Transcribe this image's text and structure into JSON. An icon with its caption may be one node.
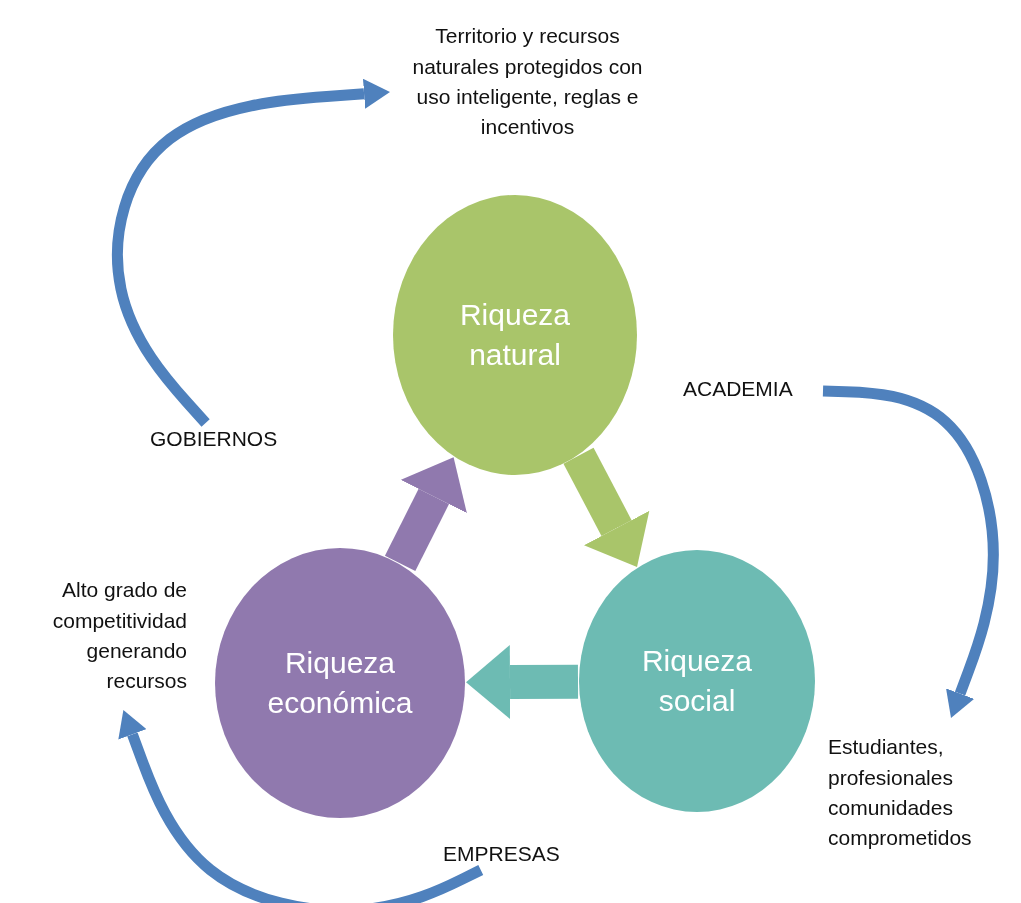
{
  "diagram": {
    "nodes": [
      {
        "text": [
          "Riqueza natural"
        ]
      },
      {
        "text": [
          "Riqueza social"
        ]
      },
      {
        "text": [
          "Riqueza económica"
        ]
      },
      {
        "text": [
          "Territorio y recursos naturales protegidos con uso inteligente, reglas e incentivos"
        ]
      },
      {
        "text": [
          "GOBIERNOS"
        ]
      },
      {
        "text": [
          "ACADEMIA"
        ]
      },
      {
        "text": [
          "Estudiantes, profesionales comunidades comprometidos"
        ]
      },
      {
        "text": [
          "EMPRESAS"
        ]
      },
      {
        "text": [
          "Alto grado de competitividad generando recursos"
        ]
      }
    ],
    "edges": [
      {
        "from": 0,
        "to": 1,
        "arrow": "to",
        "style": "thick",
        "color": "#a9c56a"
      },
      {
        "from": 1,
        "to": 2,
        "arrow": "to",
        "style": "thick",
        "color": "#6dbbb3"
      },
      {
        "from": 2,
        "to": 0,
        "arrow": "to",
        "style": "thick",
        "color": "#9079ae"
      },
      {
        "from": 4,
        "to": 3,
        "arrow": "to",
        "color": "#4f81bd"
      },
      {
        "from": 5,
        "to": 6,
        "arrow": "to",
        "color": "#4f81bd"
      },
      {
        "from": 7,
        "to": 8,
        "arrow": "to",
        "color": "#4f81bd"
      }
    ]
  }
}
